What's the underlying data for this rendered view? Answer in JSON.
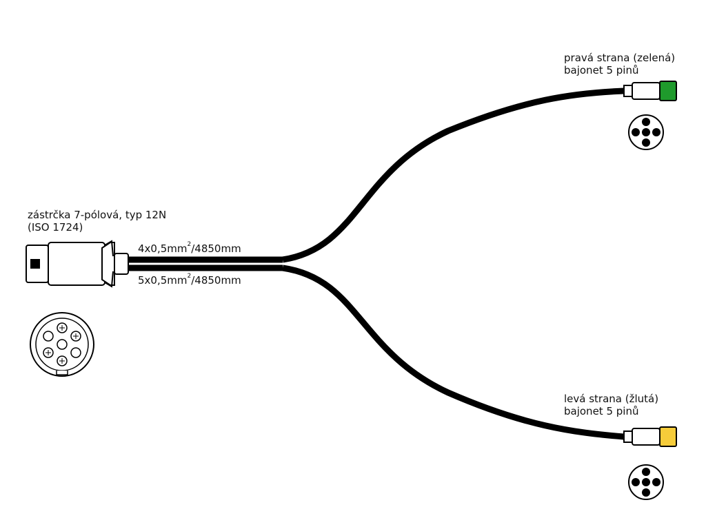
{
  "plug": {
    "label_line1": "zástrčka 7-pólová, typ 12N",
    "label_line2": "(ISO 1724)"
  },
  "cable_top": {
    "text_before": "4x0,5mm",
    "sup": "2",
    "text_after": "/4850mm"
  },
  "cable_bottom": {
    "text_before": "5x0,5mm",
    "sup": "2",
    "text_after": "/4850mm"
  },
  "right_connector": {
    "label_line1": "pravá  strana (zelená)",
    "label_line2": "bajonet 5 pinů",
    "color": "#1f9a2c"
  },
  "left_connector": {
    "label_line1": "levá  strana (žlutá)",
    "label_line2": "bajonet 5 pinů",
    "color": "#f6cc3a"
  }
}
